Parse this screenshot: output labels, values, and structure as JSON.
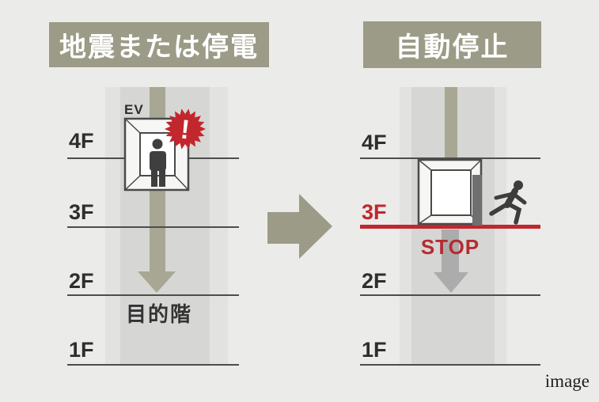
{
  "left_panel": {
    "title": "地震または停電",
    "ev_label": "EV",
    "alert_mark": "!",
    "floor_labels": [
      "4F",
      "3F",
      "2F",
      "1F"
    ],
    "destination_label": "目的階"
  },
  "right_panel": {
    "title": "自動停止",
    "floor_labels": [
      "4F",
      "3F",
      "2F",
      "1F"
    ],
    "stop_label": "STOP",
    "stop_floor": "3F"
  },
  "watermark": "image",
  "colors": {
    "background": "#ebebe9",
    "header_olive": "#9b9b87",
    "arrow_olive": "#a7a794",
    "shaft_band_outer": "#e2e2e0",
    "shaft_band_inner": "#d6d6d4",
    "alert_red": "#c1272d",
    "stop_red": "#b62a31",
    "figure_dark": "#3d3d3d",
    "floor_line": "#4d4d4d",
    "faded_arrow_gray": "#acacac",
    "door_gray": "#6f6f6f"
  }
}
